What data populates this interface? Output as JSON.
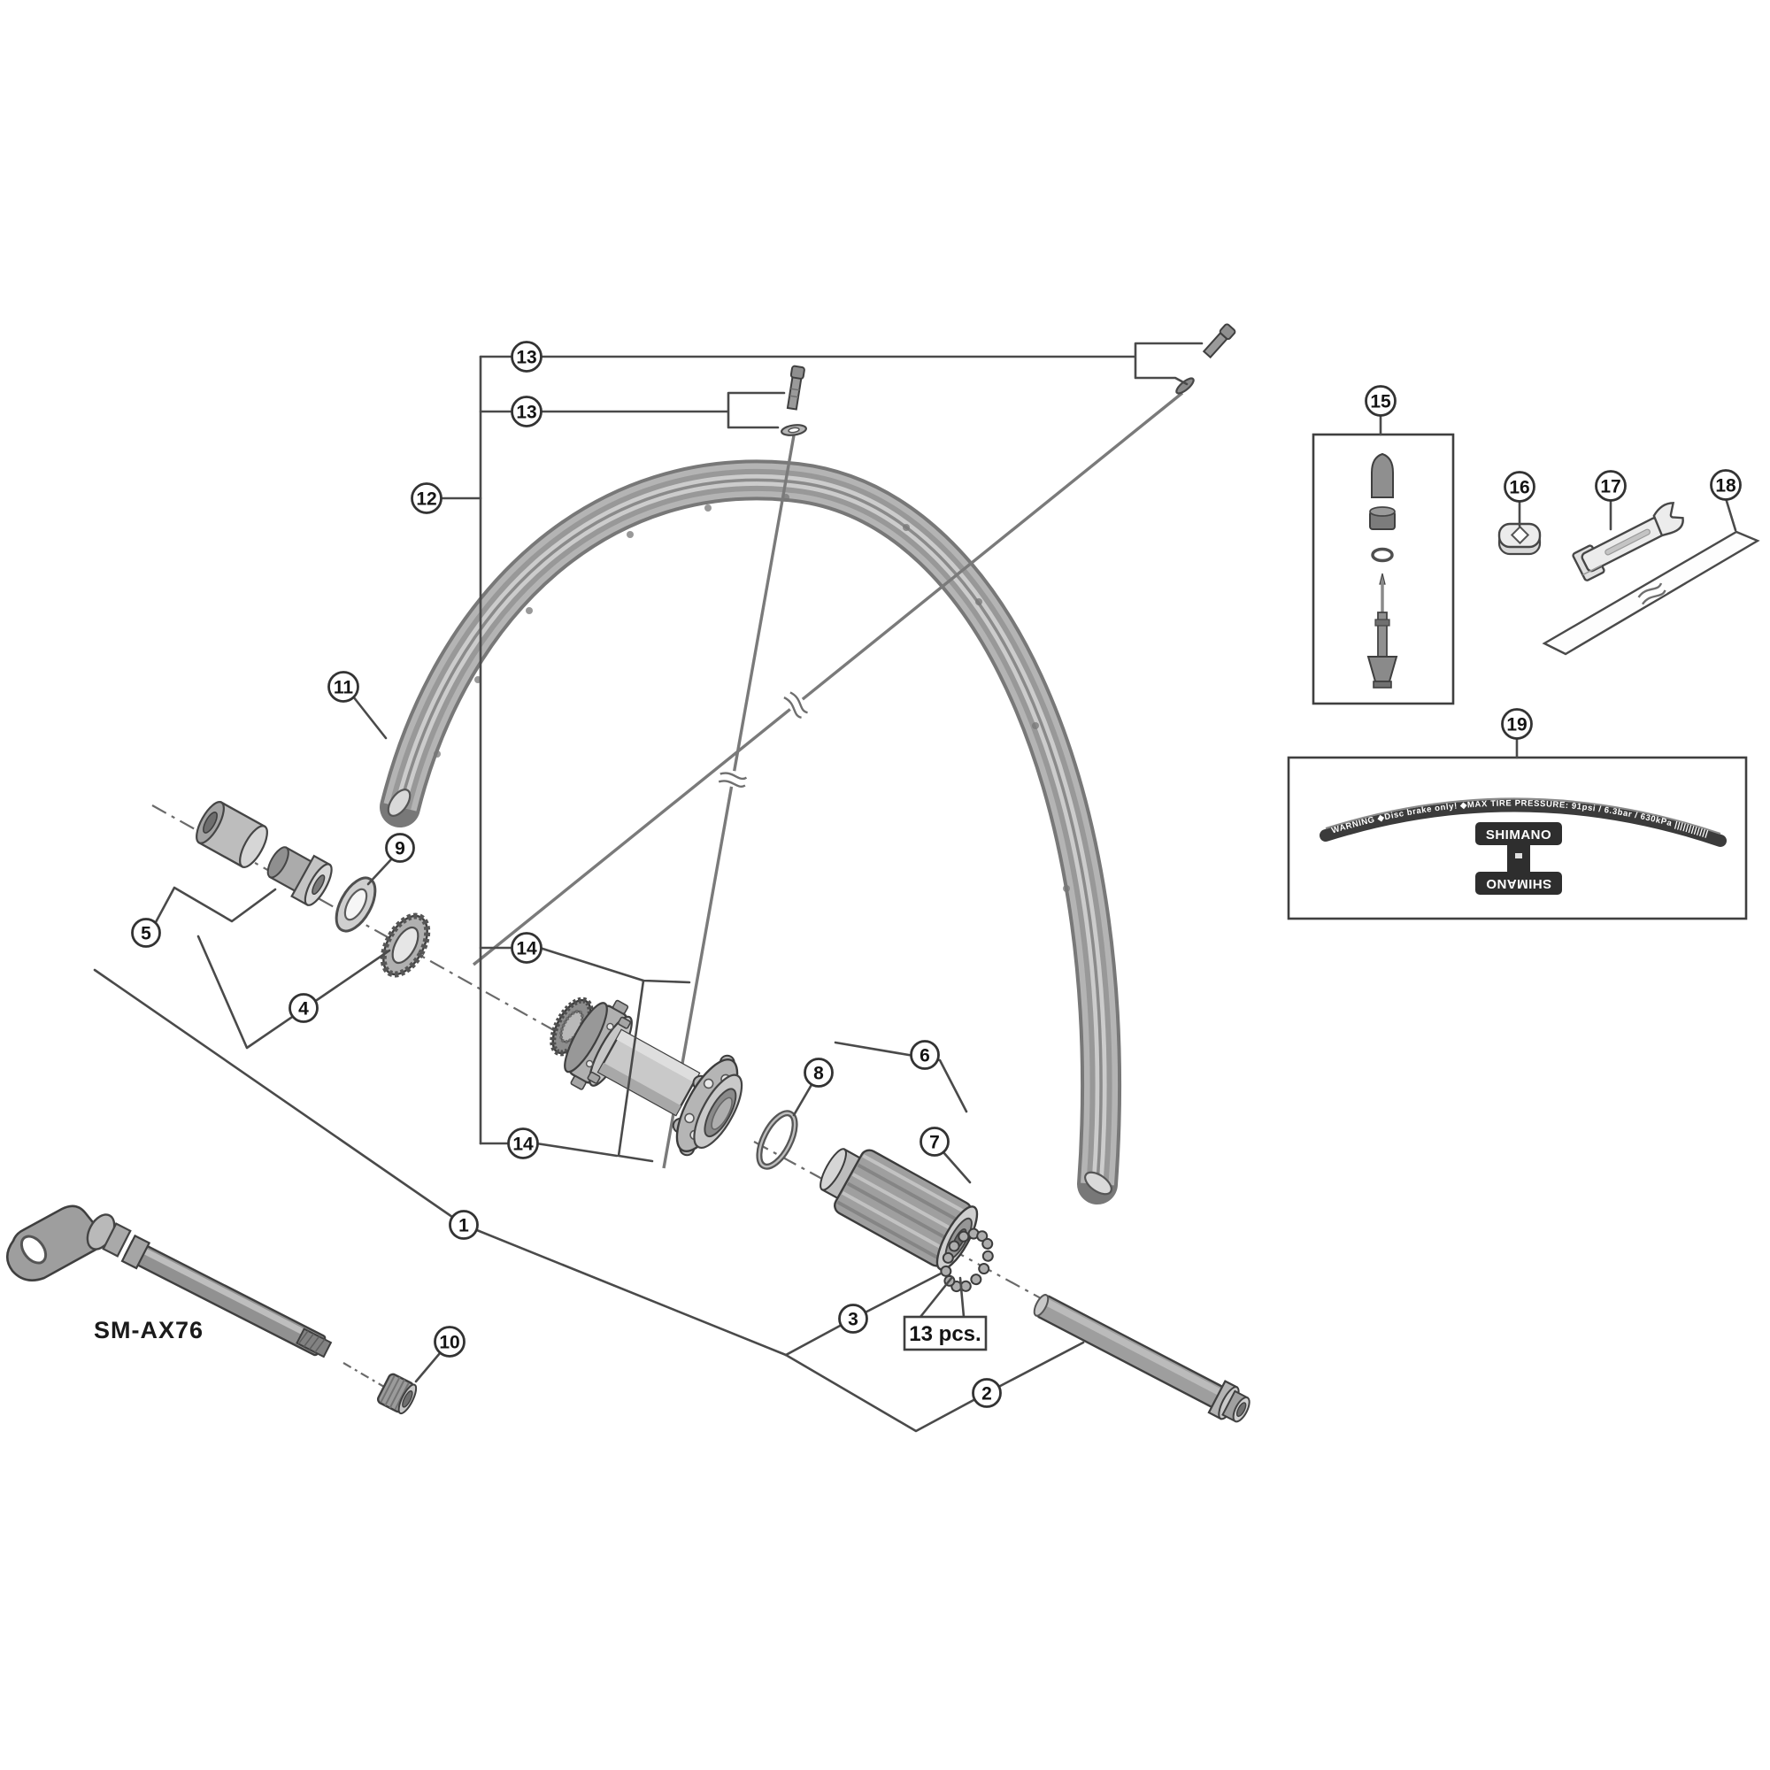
{
  "diagram": {
    "background": "#ffffff",
    "line_color": "#4a4a4a",
    "metal_light": "#d6d6d6",
    "metal_mid": "#a8a8a8",
    "metal_dark": "#6e6e6e",
    "callouts": {
      "c1": {
        "label": "1"
      },
      "c2": {
        "label": "2"
      },
      "c3": {
        "label": "3"
      },
      "c4": {
        "label": "4"
      },
      "c5": {
        "label": "5"
      },
      "c6": {
        "label": "6"
      },
      "c7": {
        "label": "7"
      },
      "c8": {
        "label": "8"
      },
      "c9": {
        "label": "9"
      },
      "c10": {
        "label": "10"
      },
      "c11": {
        "label": "11"
      },
      "c12": {
        "label": "12"
      },
      "c13a": {
        "label": "13"
      },
      "c13b": {
        "label": "13"
      },
      "c14a": {
        "label": "14"
      },
      "c14b": {
        "label": "14"
      },
      "c15": {
        "label": "15"
      },
      "c16": {
        "label": "16"
      },
      "c17": {
        "label": "17"
      },
      "c18": {
        "label": "18"
      },
      "c19": {
        "label": "19"
      }
    },
    "labels": {
      "model": "SM-AX76",
      "pieces": "13 pcs.",
      "brand_top": "SHIMANO",
      "brand_bottom": "SHIMANO",
      "tape_text": "WARNING  ◆Disc brake only!  ◆MAX TIRE PRESSURE: 91psi / 6.3bar / 630kPa  ||||||||||||"
    }
  }
}
